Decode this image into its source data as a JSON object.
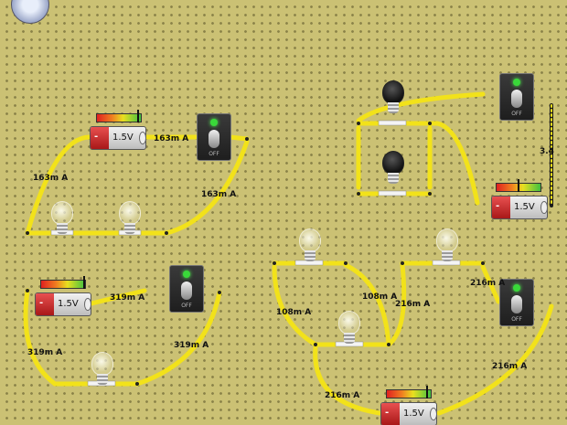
{
  "batteries": [
    {
      "id": "b1",
      "voltage": "1.5V",
      "negative": "-"
    },
    {
      "id": "b2",
      "voltage": "1.5V",
      "negative": "-"
    },
    {
      "id": "b3",
      "voltage": "1.5V",
      "negative": "-"
    },
    {
      "id": "b4",
      "voltage": "1.5V",
      "negative": "-"
    }
  ],
  "switches": [
    {
      "id": "s1",
      "state": "OFF"
    },
    {
      "id": "s2",
      "state": "OFF"
    },
    {
      "id": "s3",
      "state": "OFF"
    },
    {
      "id": "s4",
      "state": "OFF"
    }
  ],
  "current_labels": [
    "163m A",
    "163m A",
    "163m A",
    "3.4",
    "319m A",
    "319m A",
    "319m A",
    "108m A",
    "108m A",
    "216m A",
    "216m A",
    "216m A",
    "216m A"
  ],
  "colors": {
    "board": "#cbc174",
    "wire": "#f2e21a",
    "wire_dark": "#1a1a1a"
  }
}
